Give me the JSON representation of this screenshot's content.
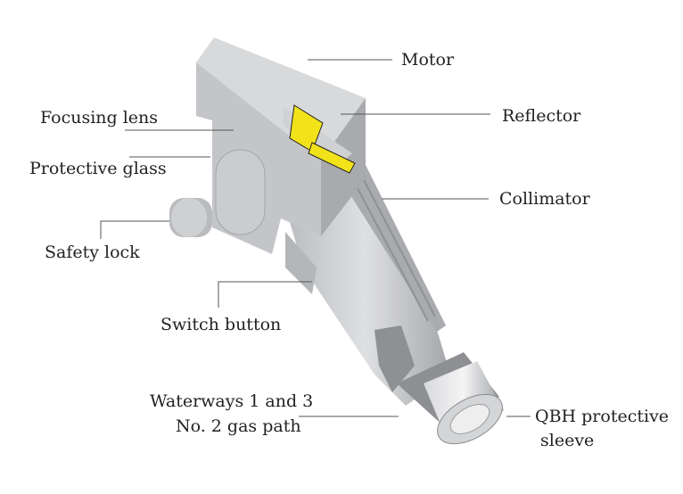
{
  "title": "Handheld laser welding head components",
  "labels": {
    "motor": "Motor",
    "reflector": "Reflector",
    "focusing_lens": "Focusing lens",
    "protective_glass": "Protective glass",
    "collimator": "Collimator",
    "safety_lock": "Safety lock",
    "switch_button": "Switch button",
    "waterways_line1": "Waterways 1 and 3",
    "waterways_line2": "No. 2 gas path",
    "qbh_line1": "QBH protective",
    "qbh_line2": "sleeve"
  },
  "colors": {
    "body": "#c9cacc",
    "shadow": "#9a9c9f",
    "warning": "#f2e21a"
  }
}
